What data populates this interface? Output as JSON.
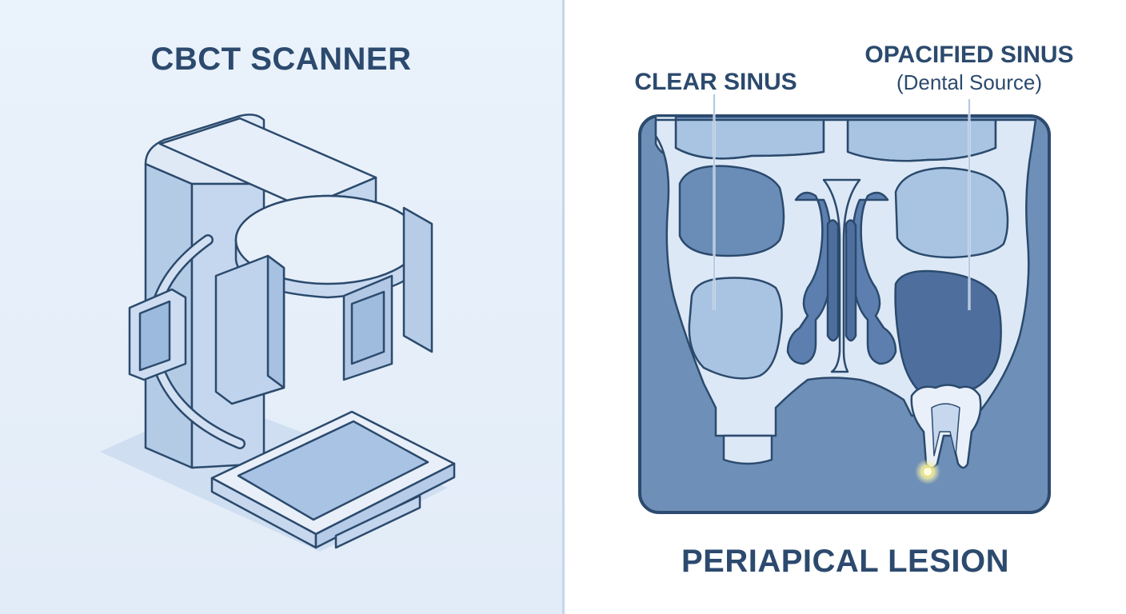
{
  "left_panel": {
    "title": "CBCT SCANNER",
    "icon": "cbct-scanner-illustration"
  },
  "right_panel": {
    "labels": {
      "clear_sinus": "CLEAR SINUS",
      "opacified_sinus": "OPACIFIED SINUS",
      "opacified_source": "(Dental Source)"
    },
    "bottom_label": "PERIAPICAL LESION",
    "icon": "sinus-cross-section-illustration"
  },
  "colors": {
    "title_text": "#2c4a6e",
    "outline": "#2b4a6d",
    "scan_bg": "#6e8fb8",
    "bone": "#dce8f6",
    "clear_sinus": "#a9c4e2",
    "opacified_sinus": "#4e6f9e",
    "lesion_glow": "#f2f0a8"
  }
}
